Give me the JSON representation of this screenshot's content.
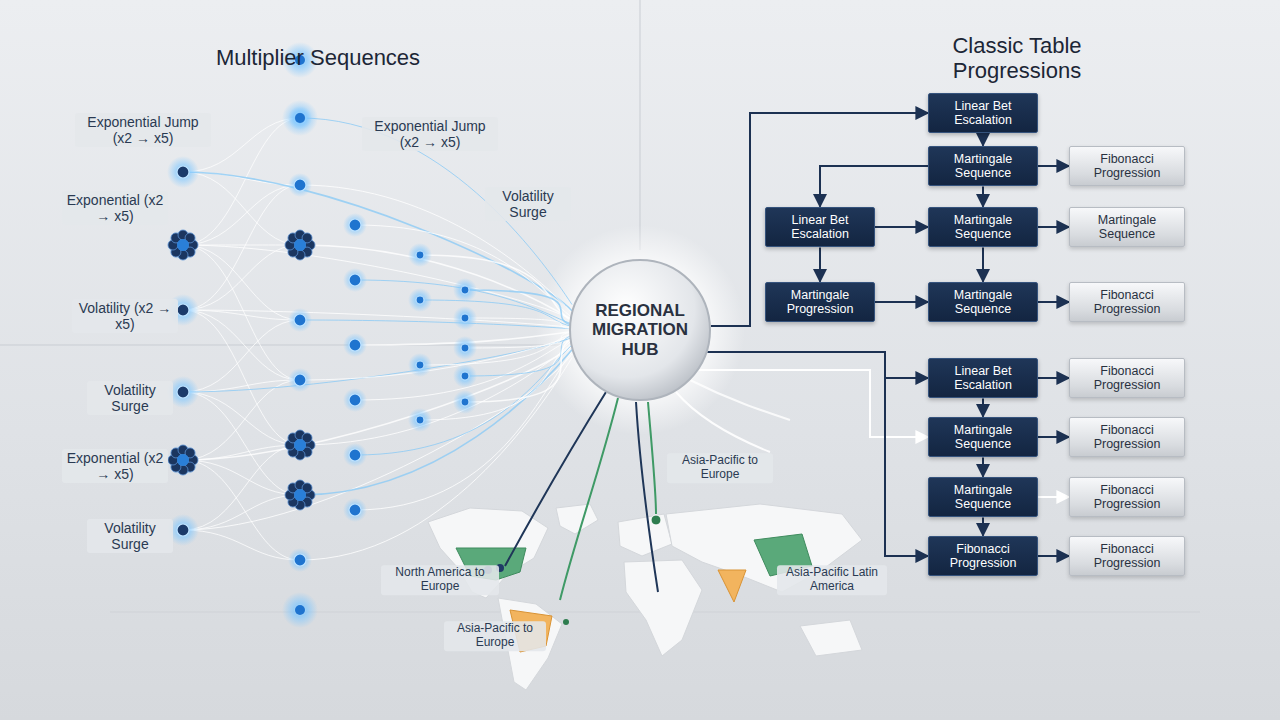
{
  "diagram": {
    "nodes": [
      {
        "text": [
          "REGIONAL MIGRATION HUB"
        ]
      },
      {
        "text": [
          "Linear Bet Escalation"
        ]
      },
      {
        "text": [
          "Martingale Sequence"
        ]
      },
      {
        "text": [
          "Fibonacci Progression"
        ]
      },
      {
        "text": [
          "Linear Bet Escalation"
        ]
      },
      {
        "text": [
          "Martingale Sequence"
        ]
      },
      {
        "text": [
          "Martingale Sequence"
        ]
      },
      {
        "text": [
          "Martingale Progression"
        ]
      },
      {
        "text": [
          "Martingale Sequence"
        ]
      },
      {
        "text": [
          "Fibonacci Progression"
        ]
      },
      {
        "text": [
          "Linear Bet Escalation"
        ]
      },
      {
        "text": [
          "Fibonacci Progression"
        ]
      },
      {
        "text": [
          "Martingale Sequence"
        ]
      },
      {
        "text": [
          "Fibonacci Progression"
        ]
      },
      {
        "text": [
          "Martingale Sequence"
        ]
      },
      {
        "text": [
          "Fibonacci Progression"
        ]
      },
      {
        "text": [
          "Fibonacci Progression"
        ]
      },
      {
        "text": [
          "Fibonacci Progression"
        ]
      }
    ],
    "edges": [
      {
        "from": 0,
        "to": 1,
        "arrow": "to"
      },
      {
        "from": 1,
        "to": 2,
        "arrow": "to"
      },
      {
        "from": 2,
        "to": 3,
        "arrow": "to"
      },
      {
        "from": 2,
        "to": 4,
        "arrow": "to"
      },
      {
        "from": 4,
        "to": 5,
        "arrow": "to"
      },
      {
        "from": 2,
        "to": 5,
        "arrow": "to"
      },
      {
        "from": 5,
        "to": 6,
        "arrow": "to"
      },
      {
        "from": 4,
        "to": 7,
        "arrow": "to"
      },
      {
        "from": 7,
        "to": 8,
        "arrow": "to"
      },
      {
        "from": 5,
        "to": 8,
        "arrow": "to"
      },
      {
        "from": 8,
        "to": 9,
        "arrow": "to"
      },
      {
        "from": 0,
        "to": 10,
        "arrow": "to"
      },
      {
        "from": 10,
        "to": 11,
        "arrow": "to"
      },
      {
        "from": 10,
        "to": 12,
        "arrow": "to"
      },
      {
        "from": 0,
        "to": 12,
        "arrow": "to"
      },
      {
        "from": 12,
        "to": 13,
        "arrow": "to"
      },
      {
        "from": 12,
        "to": 14,
        "arrow": "to"
      },
      {
        "from": 14,
        "to": 15,
        "arrow": "to"
      },
      {
        "from": 14,
        "to": 16,
        "arrow": "to"
      },
      {
        "from": 0,
        "to": 16,
        "arrow": "to"
      },
      {
        "from": 16,
        "to": 17,
        "arrow": "to"
      }
    ],
    "labels": [
      "Multiplier Sequences",
      "Classic Table Progressions",
      "Exponential Jump (x2 → x5)",
      "Exponential Jump (x2 → x5)",
      "Volatility Surge",
      "Exponential (x2 → x5)",
      "Volatility (x2 → x5)",
      "Volatility Surge",
      "Exponential (x2 → x5)",
      "Volatility Surge",
      "Asia-Pacific to Europe",
      "North America to Europe",
      "Asia-Pacific to Europe",
      "Asia-Pacific Latin America"
    ]
  }
}
